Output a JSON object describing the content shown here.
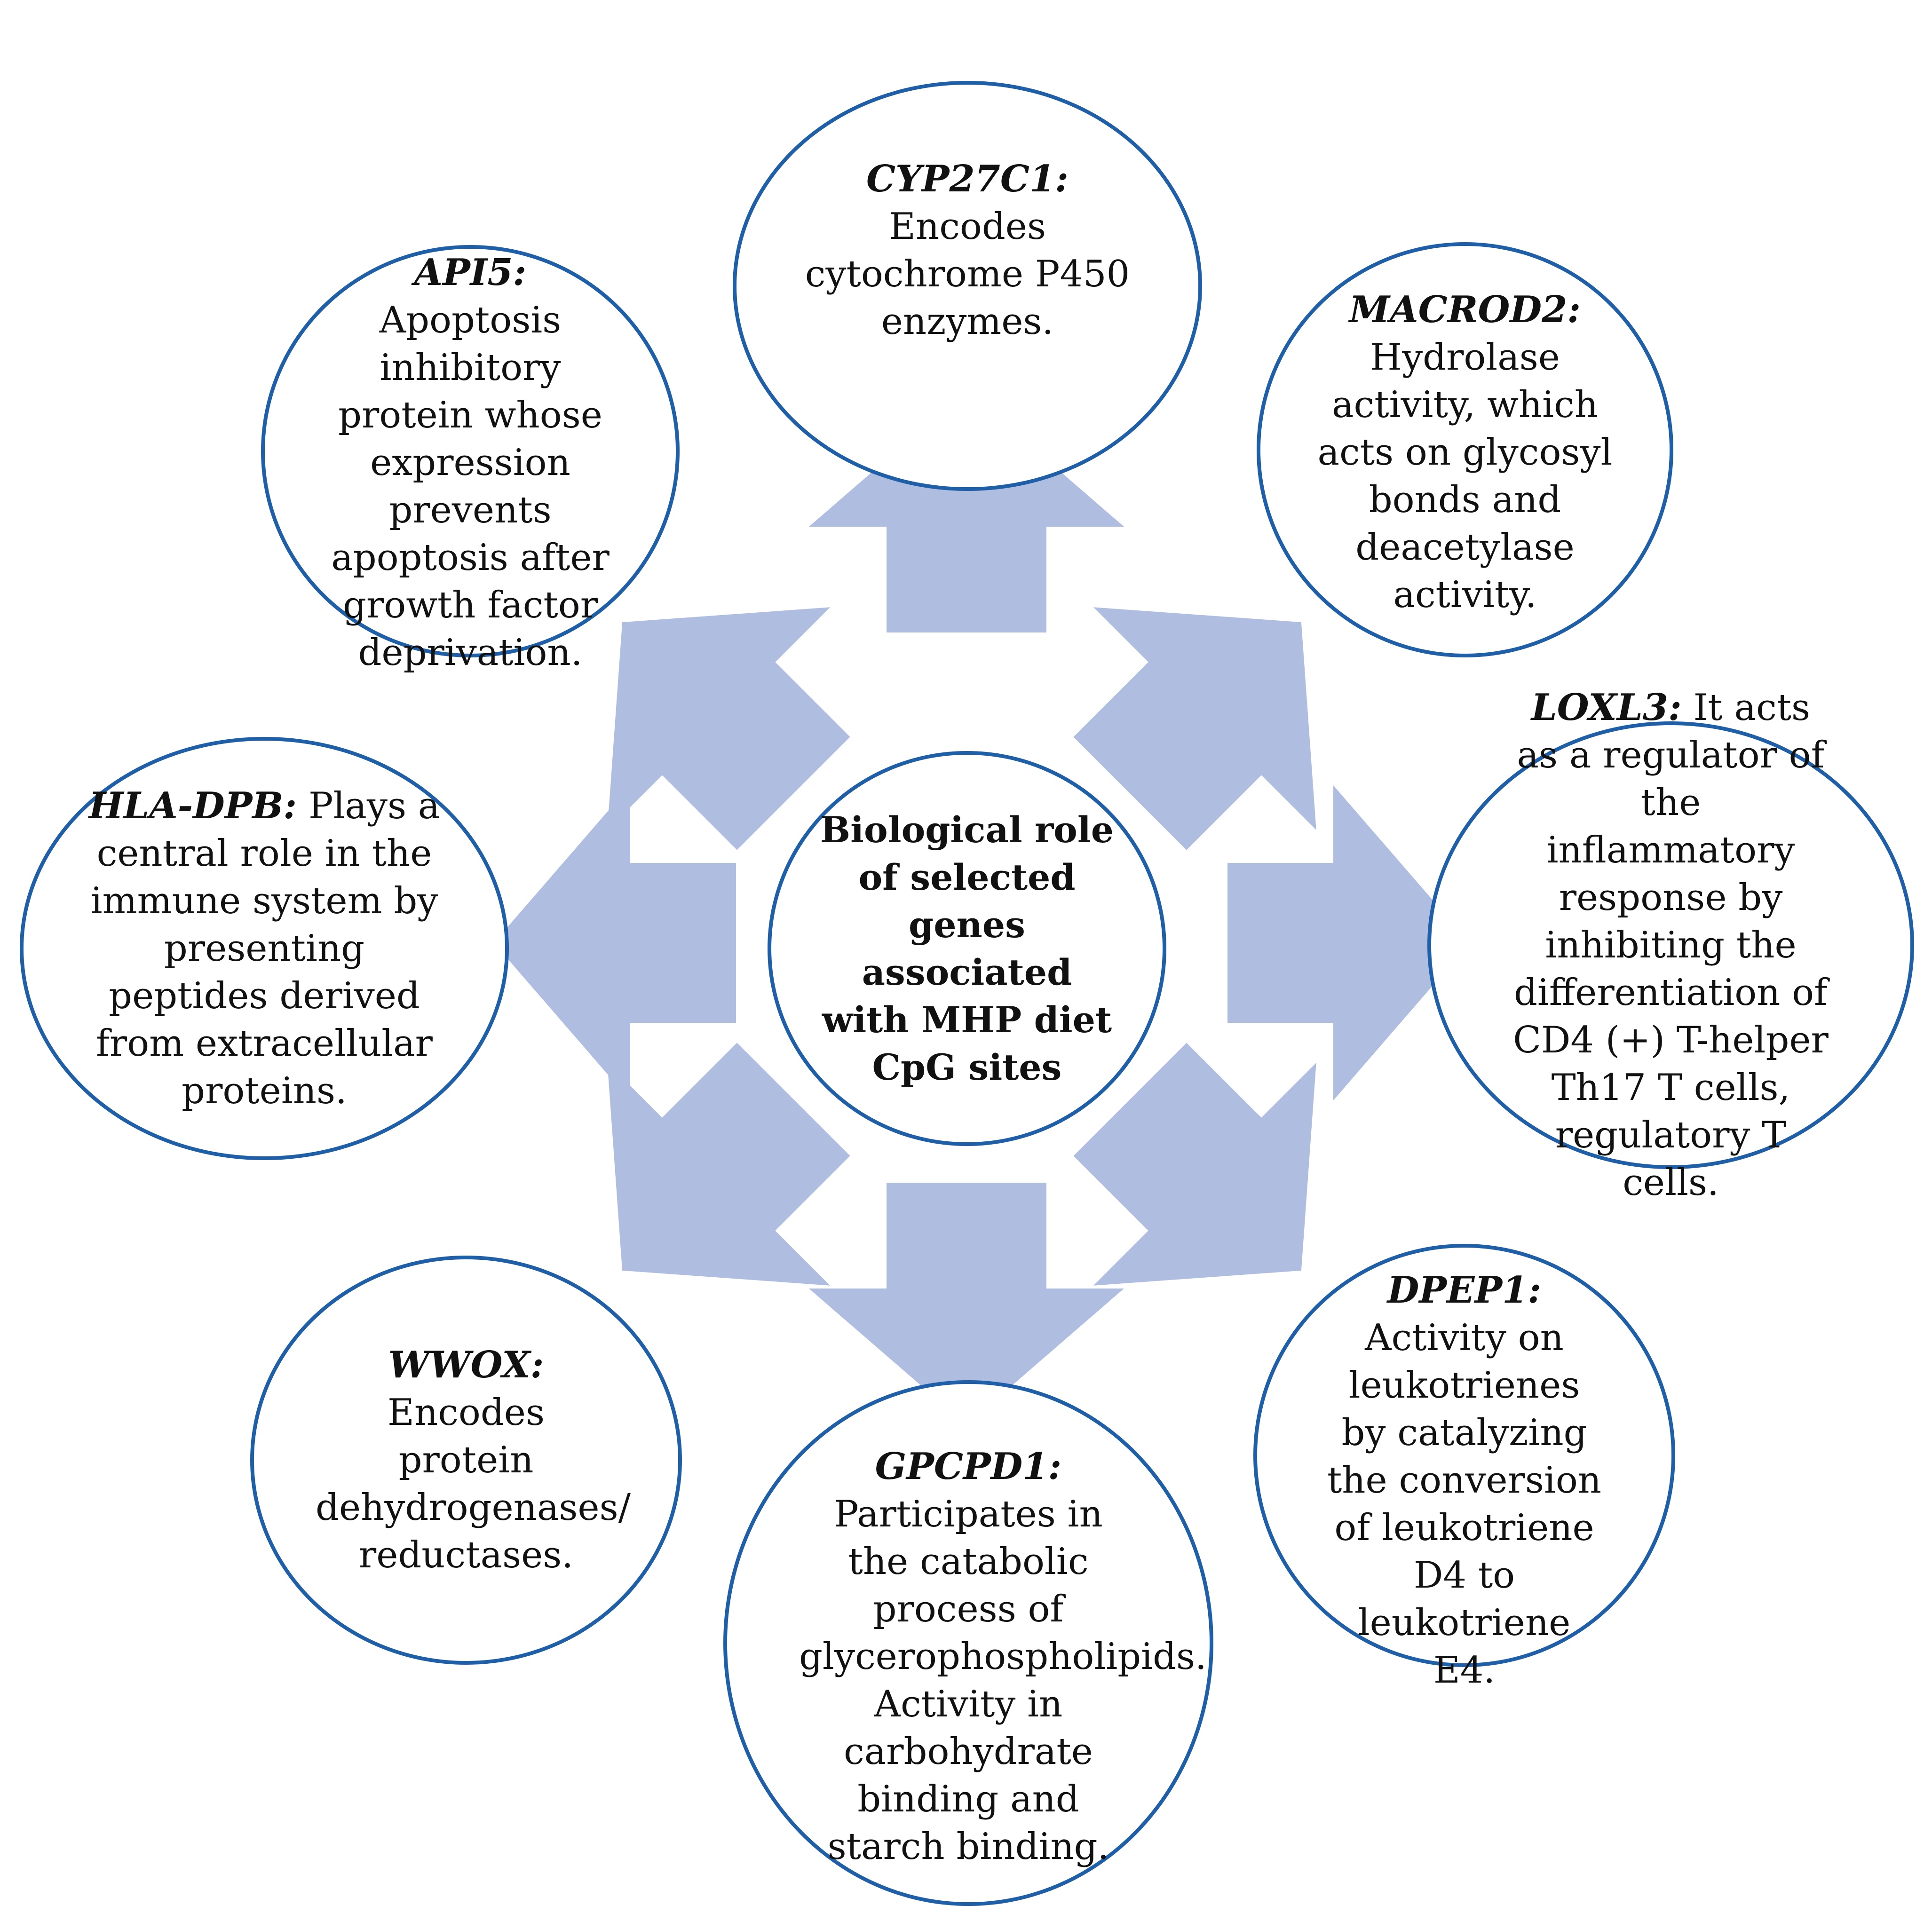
{
  "colors": {
    "circle_border": "#1f5fa8",
    "arrow_fill": "#aebde0",
    "text": "#111111"
  },
  "center": {
    "label": "Biological role of selected genes associated with MHP diet CpG sites"
  },
  "genes": {
    "cyp27c1": {
      "name": "CYP27C1:",
      "description": "Encodes cytochrome P450 enzymes."
    },
    "api5": {
      "name": "API5:",
      "description": "Apoptosis inhibitory protein whose expression prevents apoptosis after growth factor deprivation."
    },
    "macrod2": {
      "name": "MACROD2:",
      "description": "Hydrolase activity, which acts on glycosyl bonds and deacetylase activity."
    },
    "hla_dpb": {
      "name": "HLA-DPB:",
      "description": "Plays a central role in the immune system by presenting peptides derived from extracellular proteins."
    },
    "loxl3": {
      "name": "LOXL3:",
      "description": "It acts as a regulator of the inflammatory response by inhibiting the differentiation of CD4 (+) T-helper Th17 T cells, regulatory T cells."
    },
    "wwox": {
      "name": "WWOX:",
      "description": "Encodes protein dehydrogenases/ reductases."
    },
    "dpep1": {
      "name": "DPEP1:",
      "description": "Activity on leukotrienes by catalyzing the conversion of leukotriene D4 to leukotriene E4."
    },
    "gpcpd1": {
      "name": "GPCPD1:",
      "description": "Participates in the catabolic process of glycerophospholipids. Activity in carbohydrate binding and starch binding."
    }
  },
  "arrows": [
    {
      "direction": "up"
    },
    {
      "direction": "up-right"
    },
    {
      "direction": "right"
    },
    {
      "direction": "down-right"
    },
    {
      "direction": "down"
    },
    {
      "direction": "down-left"
    },
    {
      "direction": "left"
    },
    {
      "direction": "up-left"
    }
  ]
}
